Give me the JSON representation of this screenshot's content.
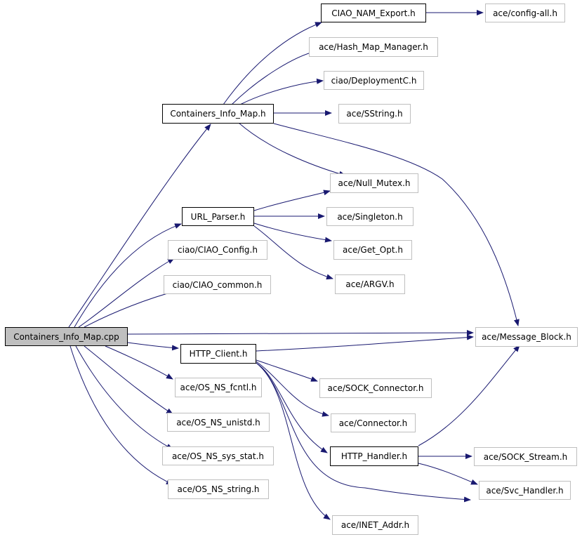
{
  "diagram": {
    "colors": {
      "edge": "#191970",
      "node_border": "#000000",
      "node_border_faint": "#bfbfbf",
      "root_fill": "#bfbfbf"
    },
    "nodes": {
      "root": "Containers_Info_Map.cpp",
      "containers_info_map_h": "Containers_Info_Map.h",
      "ciao_nam_export_h": "CIAO_NAM_Export.h",
      "config_all_h": "ace/config-all.h",
      "hash_map_manager_h": "ace/Hash_Map_Manager.h",
      "deploymentc_h": "ciao/DeploymentC.h",
      "sstring_h": "ace/SString.h",
      "null_mutex_h": "ace/Null_Mutex.h",
      "url_parser_h": "URL_Parser.h",
      "singleton_h": "ace/Singleton.h",
      "get_opt_h": "ace/Get_Opt.h",
      "argv_h": "ace/ARGV.h",
      "ciao_config_h": "ciao/CIAO_Config.h",
      "ciao_common_h": "ciao/CIAO_common.h",
      "message_block_h": "ace/Message_Block.h",
      "http_client_h": "HTTP_Client.h",
      "sock_connector_h": "ace/SOCK_Connector.h",
      "connector_h": "ace/Connector.h",
      "http_handler_h": "HTTP_Handler.h",
      "sock_stream_h": "ace/SOCK_Stream.h",
      "svc_handler_h": "ace/Svc_Handler.h",
      "inet_addr_h": "ace/INET_Addr.h",
      "os_ns_fcntl_h": "ace/OS_NS_fcntl.h",
      "os_ns_unistd_h": "ace/OS_NS_unistd.h",
      "os_ns_sys_stat_h": "ace/OS_NS_sys_stat.h",
      "os_ns_string_h": "ace/OS_NS_string.h"
    }
  }
}
